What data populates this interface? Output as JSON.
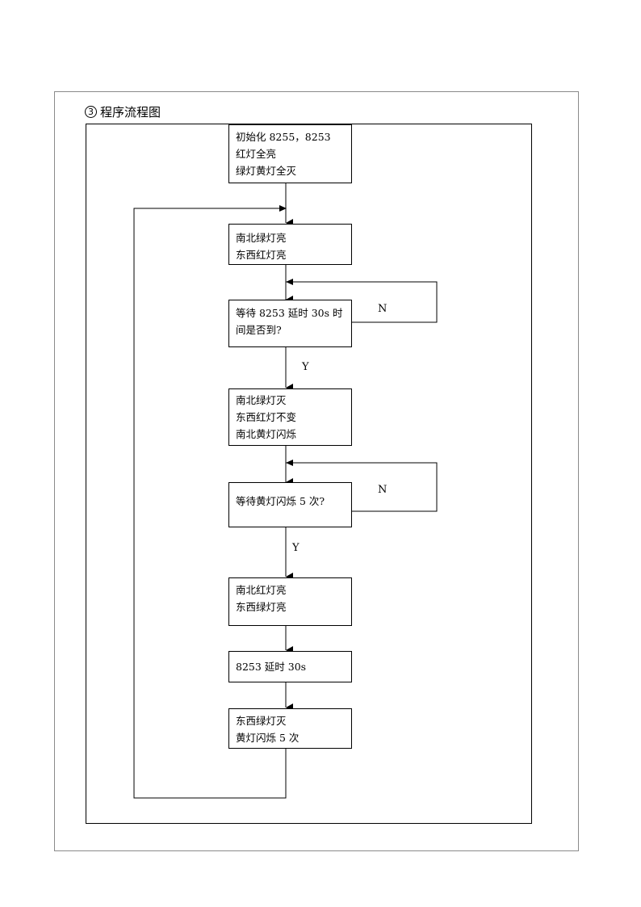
{
  "section": {
    "number": "3",
    "title": "程序流程图"
  },
  "nodes": {
    "init": {
      "lines": [
        "初始化 8255，8253",
        "红灯全亮",
        "绿灯黄灯全灭"
      ]
    },
    "ns_green": {
      "lines": [
        "南北绿灯亮",
        "东西红灯亮"
      ]
    },
    "wait_30s_1": {
      "lines": [
        "等待 8253 延时 30s 时",
        "间是否到?"
      ]
    },
    "ns_green_off": {
      "lines": [
        "南北绿灯灭",
        "东西红灯不变",
        "南北黄灯闪烁"
      ]
    },
    "wait_blink": {
      "lines": [
        "等待黄灯闪烁 5 次?"
      ]
    },
    "ns_red": {
      "lines": [
        "南北红灯亮",
        "东西绿灯亮"
      ]
    },
    "delay_30s": {
      "lines": [
        "8253 延时 30s"
      ]
    },
    "ew_green_off": {
      "lines": [
        "东西绿灯灭",
        "黄灯闪烁 5 次"
      ]
    }
  },
  "edge_labels": {
    "wait_30s_no": "N",
    "wait_30s_yes": "Y",
    "wait_blink_no": "N",
    "wait_blink_yes": "Y"
  }
}
